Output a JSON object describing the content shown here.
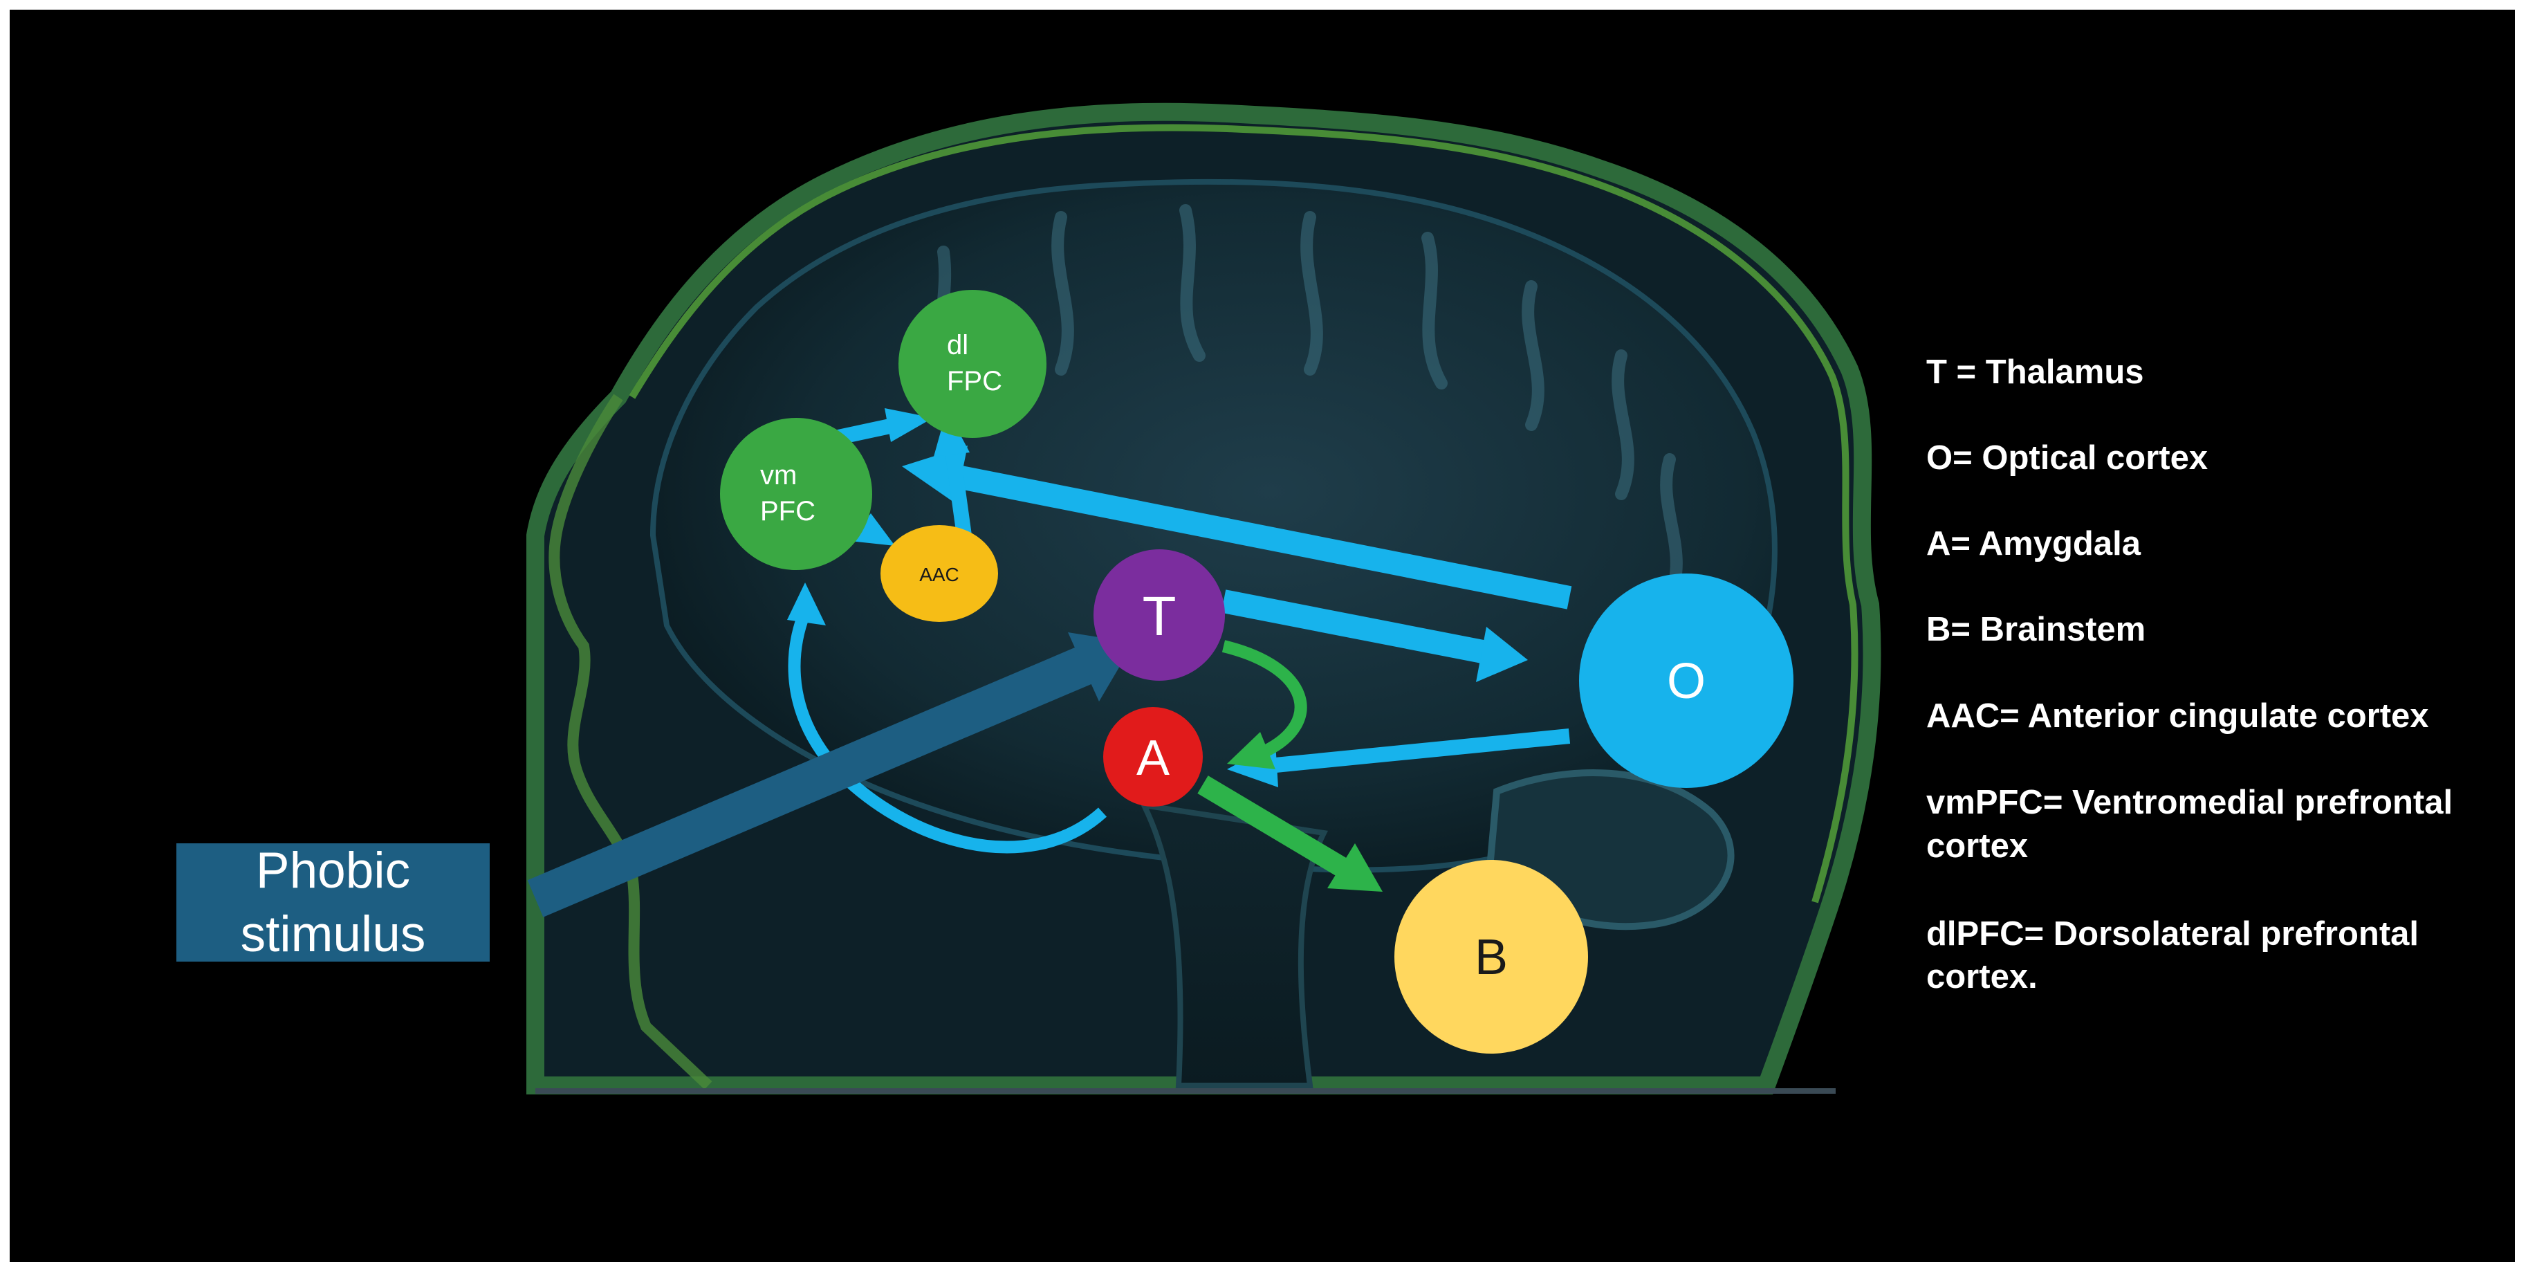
{
  "colors": {
    "background": "#000000",
    "pathway_blue": "#17b3ec",
    "pathway_green": "#2db34a",
    "stimulus_arrow": "#1d5e82",
    "prefrontal_green": "#3aa843",
    "aac_yellow": "#f6bd16",
    "thalamus_purple": "#7b2d9e",
    "amygdala_red": "#e11b1b",
    "optical_blue": "#17b3ec",
    "brainstem_yellow": "#ffd75e"
  },
  "nodes": {
    "dlpfc": "dl\nFPC",
    "vmpfc": "vm\nPFC",
    "aac": "AAC",
    "thalamus": "T",
    "amygdala": "A",
    "optical": "O",
    "brainstem": "B"
  },
  "stimulus": {
    "label": "Phobic\nstimulus"
  },
  "legend": [
    "T = Thalamus",
    "O= Optical cortex",
    "A= Amygdala",
    "B= Brainstem",
    "AAC= Anterior cingulate cortex",
    "vmPFC= Ventromedial prefrontal",
    "cortex",
    "dlPFC= Dorsolateral prefrontal",
    "cortex."
  ]
}
